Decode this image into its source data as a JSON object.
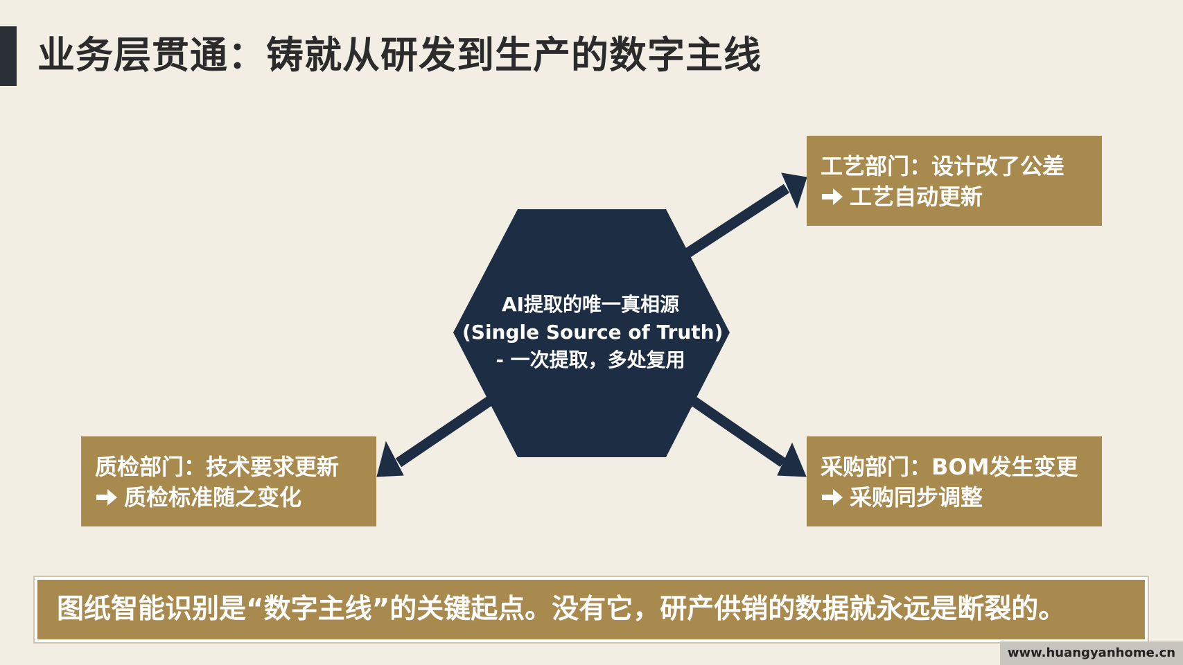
{
  "title": "业务层贯通：铸就从研发到生产的数字主线",
  "center": {
    "line1": "AI提取的唯一真相源",
    "line2": "(Single Source of Truth)",
    "line3": "- 一次提取，多处复用"
  },
  "boxes": {
    "process": {
      "line1": "工艺部门：设计改了公差",
      "line2": "工艺自动更新"
    },
    "quality": {
      "line1": "质检部门：技术要求更新",
      "line2": "质检标准随之变化"
    },
    "purchase": {
      "line1": "采购部门：BOM发生变更",
      "line2": "采购同步调整"
    }
  },
  "banner": "图纸智能识别是“数字主线”的关键起点。没有它，研产供销的数据就永远是断裂的。",
  "watermark": "www.huangyanhome.cn",
  "colors": {
    "background": "#f2eee4",
    "navy": "#1c2d44",
    "gold": "#a88a4e",
    "title": "#2b2b2b"
  },
  "icons": {
    "box_arrow": "right-arrow-icon"
  }
}
